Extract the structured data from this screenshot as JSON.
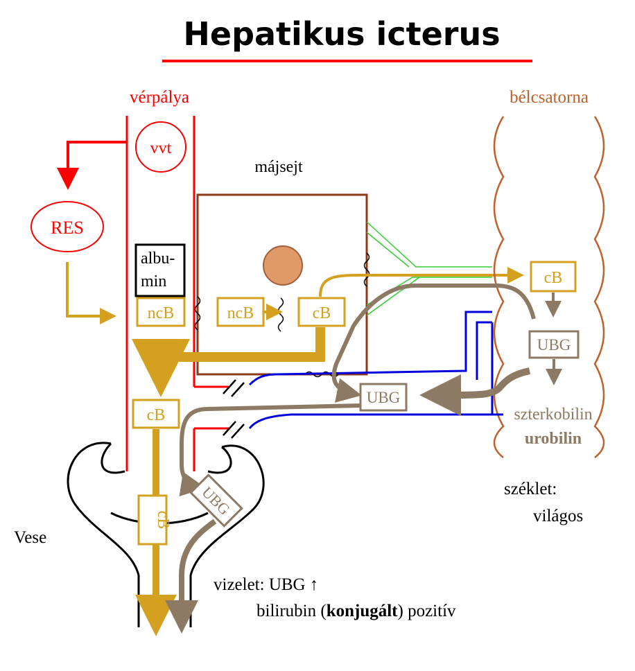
{
  "title": "Hepatikus icterus",
  "labels": {
    "verpalya": "vérpálya",
    "belcsatorna": "bélcsatorna",
    "majsejt": "májsejt",
    "vvt": "vvt",
    "res": "RES",
    "albumin_1": "albu-",
    "albumin_2": "min",
    "ncb_1": "ncB",
    "ncb_2": "ncB",
    "cb_liver": "cB",
    "cb_gut": "cB",
    "ubg_gut": "UBG",
    "ubg_mid": "UBG",
    "cb_blood": "cB",
    "cb_kidney": "cB",
    "ubg_kidney": "UBG",
    "szterkobilin": "szterkobilin",
    "urobilin": "urobilin",
    "szeklet_1": "széklet:",
    "szeklet_2": "világos",
    "vese": "Vese",
    "vizelet_1": "vizelet: UBG ↑",
    "vizelet_2_a": "bilirubin (",
    "vizelet_2_b": "konjugált",
    "vizelet_2_c": ") pozitív"
  },
  "colors": {
    "title_underline": "#ff0000",
    "blood": "#ff0000",
    "liver_border": "#8b3a1a",
    "nucleus": "#e09a6a",
    "bilirubin": "#d4a020",
    "ubg": "#8c7a64",
    "gut": "#c0602a",
    "bile_duct": "#33cc33",
    "portal": "#0000dd"
  }
}
